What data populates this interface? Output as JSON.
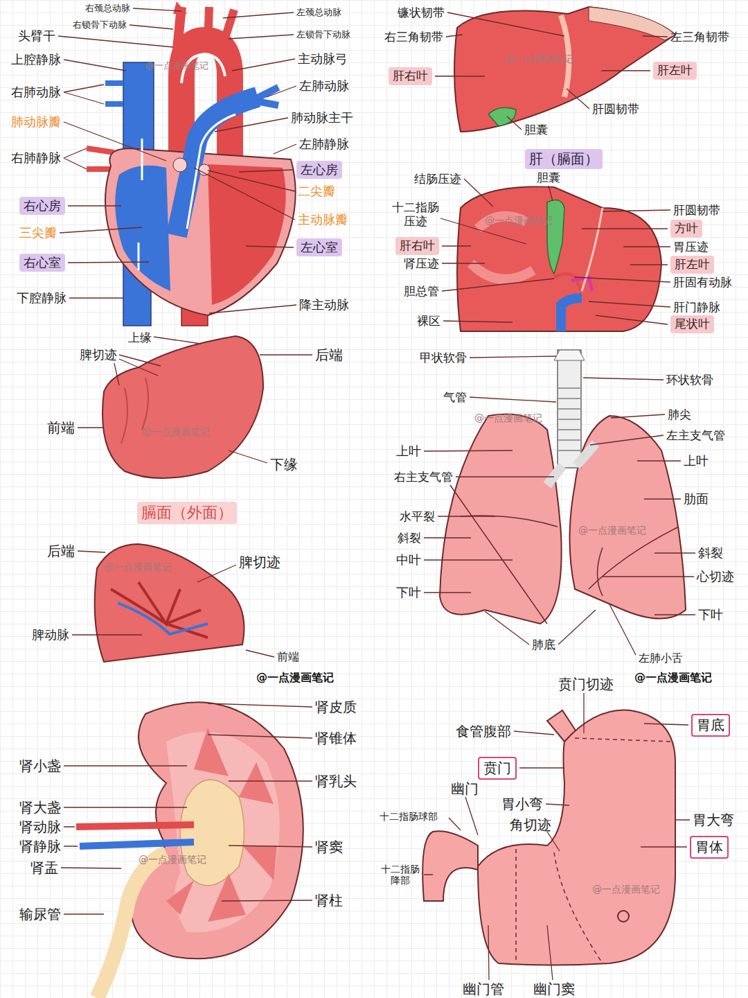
{
  "diagram": {
    "nodes": [
      {
        "text": [
          "右心房"
        ]
      },
      {
        "text": [
          "右心室"
        ]
      },
      {
        "text": [
          "左心房"
        ]
      },
      {
        "text": [
          "左心室"
        ]
      },
      {
        "text": [
          "肝右叶"
        ]
      },
      {
        "text": [
          "肝左叶"
        ]
      },
      {
        "text": [
          "肝（膈面）"
        ]
      },
      {
        "text": [
          "肝右叶"
        ]
      },
      {
        "text": [
          "方叶"
        ]
      },
      {
        "text": [
          "肝左叶"
        ]
      },
      {
        "text": [
          "尾状叶"
        ]
      },
      {
        "text": [
          "膈面（外面）"
        ]
      },
      {
        "text": [
          "贲门"
        ]
      },
      {
        "text": [
          "胃底"
        ]
      },
      {
        "text": [
          "胃体"
        ]
      }
    ],
    "labels": [
      "右颈总动脉",
      "右锁骨下动脉",
      "头臂干",
      "上腔静脉",
      "右肺动脉",
      "肺动脉瓣",
      "右肺静脉",
      "三尖瓣",
      "下腔静脉",
      "左颈总动脉",
      "左锁骨下动脉",
      "主动脉弓",
      "左肺动脉",
      "肺动脉主干",
      "左肺静脉",
      "二尖瓣",
      "主动脉瓣",
      "降主动脉",
      "@一点漫画笔记",
      "镰状韧带",
      "右三角韧带",
      "左三角韧带",
      "肝圆韧带",
      "胆囊",
      "@一点漫画笔记",
      "胆囊",
      "结肠压迹",
      "十二指肠 压迹",
      "肾压迹",
      "胆总管",
      "裸区",
      "肝圆韧带",
      "胃压迹",
      "肝固有动脉",
      "肝门静脉",
      "@一点漫画笔记",
      "上缘",
      "脾切迹",
      "后端",
      "前端",
      "下缘",
      "@一点漫画笔记",
      "后端",
      "脾切迹",
      "脾动脉",
      "前端",
      "@一点漫画笔记",
      "甲状软骨",
      "环状软骨",
      "气管",
      "肺尖",
      "左主支气管",
      "上叶",
      "上叶",
      "右主支气管",
      "肋面",
      "水平裂",
      "斜裂",
      "中叶",
      "斜裂",
      "心切迹",
      "下叶",
      "下叶",
      "肺底",
      "左肺小舌",
      "@一点漫画笔记",
      "@一点漫画笔记",
      "@一点漫画笔记",
      "肾皮质",
      "肾锥体",
      "肾小盏",
      "肾乳头",
      "肾大盏",
      "肾动脉",
      "肾静脉",
      "肾窦",
      "肾盂",
      "肾柱",
      "输尿管",
      "@一点漫画笔记",
      "@一点漫画笔记",
      "贲门切迹",
      "食管腹部",
      "幽门",
      "十二指肠球部",
      "胃小弯",
      "角切迹",
      "胃大弯",
      "十二指肠 降部",
      "@一点漫画笔记",
      "幽门管",
      "幽门窦"
    ]
  }
}
